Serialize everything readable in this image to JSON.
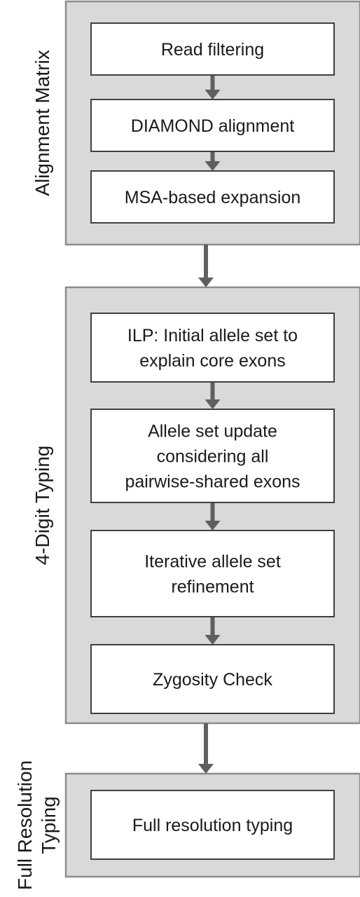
{
  "phases": [
    {
      "id": "alignment",
      "label_lines": [
        "Alignment Matrix"
      ],
      "steps": [
        {
          "lines": [
            "Read filtering"
          ]
        },
        {
          "lines": [
            "DIAMOND alignment"
          ]
        },
        {
          "lines": [
            "MSA-based expansion"
          ]
        }
      ]
    },
    {
      "id": "typing4",
      "label_lines": [
        "4-Digit Typing"
      ],
      "steps": [
        {
          "lines": [
            "ILP: Initial allele set to",
            "explain core exons"
          ]
        },
        {
          "lines": [
            "Allele set update",
            "considering all",
            "pairwise-shared exons"
          ]
        },
        {
          "lines": [
            "Iterative allele set",
            "refinement"
          ]
        },
        {
          "lines": [
            "Zygosity Check"
          ]
        }
      ]
    },
    {
      "id": "fullres",
      "label_lines": [
        "Full Resolution",
        "Typing"
      ],
      "steps": [
        {
          "lines": [
            "Full resolution typing"
          ]
        }
      ]
    }
  ],
  "colors": {
    "panel_fill": "#d9d9d9",
    "panel_border": "#8c8c8c",
    "step_fill": "#ffffff",
    "step_border": "#404040",
    "arrow": "#5f5f5f",
    "text": "#1a1a1a"
  }
}
